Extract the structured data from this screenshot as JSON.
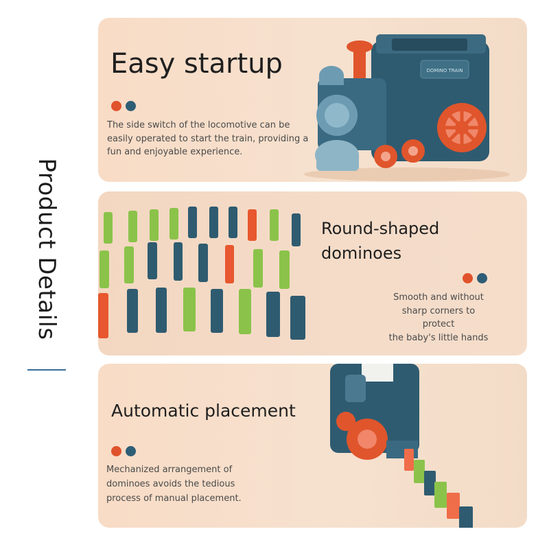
{
  "page": {
    "side_title": "Product Details"
  },
  "colors": {
    "accent_orange": "#e0522b",
    "accent_blue": "#2e5d76",
    "panel_bg": "#f6e1cf"
  },
  "sections": [
    {
      "heading": "Easy startup",
      "description": [
        "The side switch of the locomotive can be",
        "easily operated to start the train, providing a",
        "fun and enjoyable experience."
      ],
      "image": "blue-toy-locomotive-with-orange-wheels"
    },
    {
      "heading": [
        "Round-shaped",
        "dominoes"
      ],
      "description": [
        "Smooth and without",
        "sharp corners to protect",
        "the baby's little hands"
      ],
      "image": "rows-of-colored-domino-blocks"
    },
    {
      "heading": "Automatic placement",
      "description": [
        "Mechanized arrangement of",
        "dominoes avoids the tedious",
        "process of manual placement."
      ],
      "image": "train-placing-dominoes-in-a-line"
    }
  ]
}
